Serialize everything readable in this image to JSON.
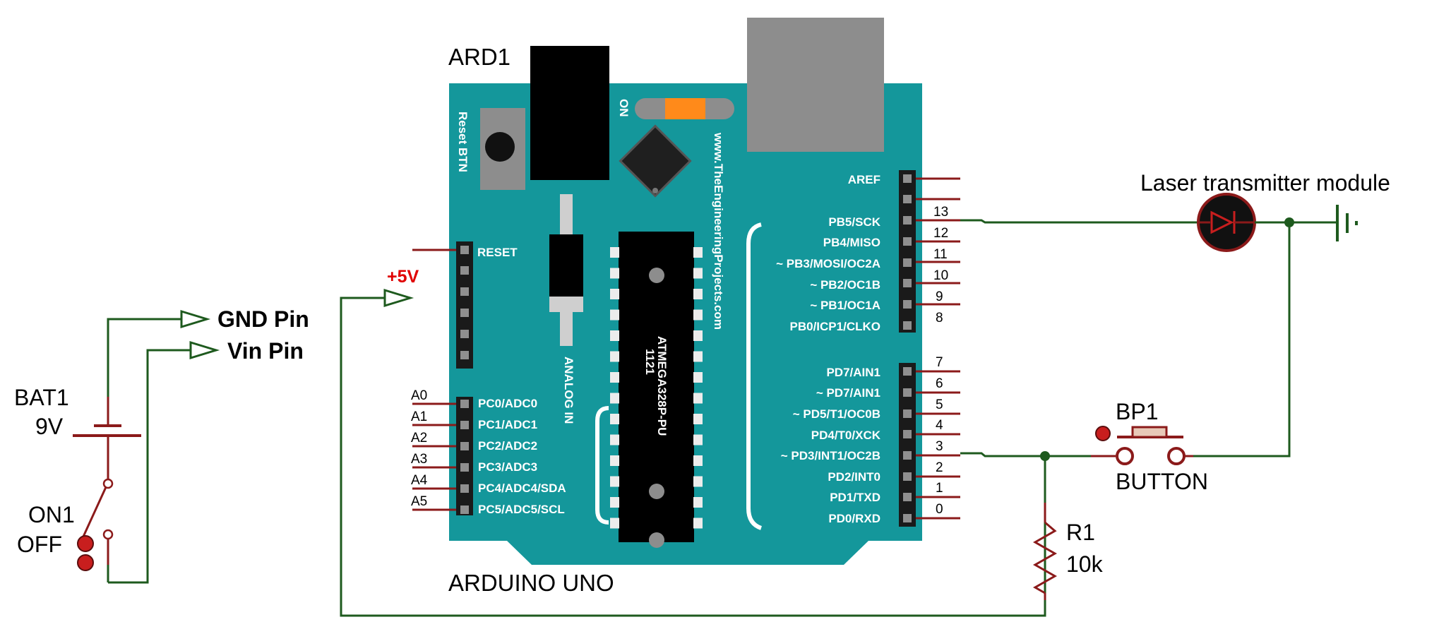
{
  "arduino": {
    "ref": "ARD1",
    "name": "ARDUINO UNO",
    "website": "www.TheEngineeringProjects.com",
    "reset_btn_label": "Reset BTN",
    "on_label": "ON",
    "analog_in_label": "ANALOG IN",
    "chip_code": "1121",
    "chip_name": "ATMEGA328P-PU",
    "reset_pin": "RESET",
    "power_label": "+5V",
    "aref": "AREF",
    "digital_top": [
      {
        "label": "PB5/SCK",
        "num": "13"
      },
      {
        "label": "PB4/MISO",
        "num": "12"
      },
      {
        "label": "~ PB3/MOSI/OC2A",
        "num": "11"
      },
      {
        "label": "~ PB2/OC1B",
        "num": "10"
      },
      {
        "label": "~ PB1/OC1A",
        "num": "9"
      },
      {
        "label": "PB0/ICP1/CLKO",
        "num": "8"
      }
    ],
    "digital_bottom": [
      {
        "label": "PD7/AIN1",
        "num": "7"
      },
      {
        "label": "~ PD7/AIN1",
        "num": "6"
      },
      {
        "label": "~ PD5/T1/OC0B",
        "num": "5"
      },
      {
        "label": "PD4/T0/XCK",
        "num": "4"
      },
      {
        "label": "~ PD3/INT1/OC2B",
        "num": "3"
      },
      {
        "label": "PD2/INT0",
        "num": "2"
      },
      {
        "label": "PD1/TXD",
        "num": "1"
      },
      {
        "label": "PD0/RXD",
        "num": "0"
      }
    ],
    "analog": [
      {
        "label": "PC0/ADC0",
        "num": "A0"
      },
      {
        "label": "PC1/ADC1",
        "num": "A1"
      },
      {
        "label": "PC2/ADC2",
        "num": "A2"
      },
      {
        "label": "PC3/ADC3",
        "num": "A3"
      },
      {
        "label": "PC4/ADC4/SDA",
        "num": "A4"
      },
      {
        "label": "PC5/ADC5/SCL",
        "num": "A5"
      }
    ]
  },
  "battery": {
    "ref": "BAT1",
    "value": "9V"
  },
  "switch": {
    "on": "ON1",
    "off": "OFF"
  },
  "terminals": {
    "gnd": "GND Pin",
    "vin": "Vin Pin"
  },
  "laser": {
    "label": "Laser transmitter module"
  },
  "button": {
    "ref": "BP1",
    "name": "BUTTON"
  },
  "resistor": {
    "ref": "R1",
    "value": "10k"
  },
  "colors": {
    "board": "#14979b",
    "wire": "#1e5a1e",
    "lead": "#8b1a1a",
    "power_label": "#e00000",
    "orange": "#ff8a1a"
  }
}
